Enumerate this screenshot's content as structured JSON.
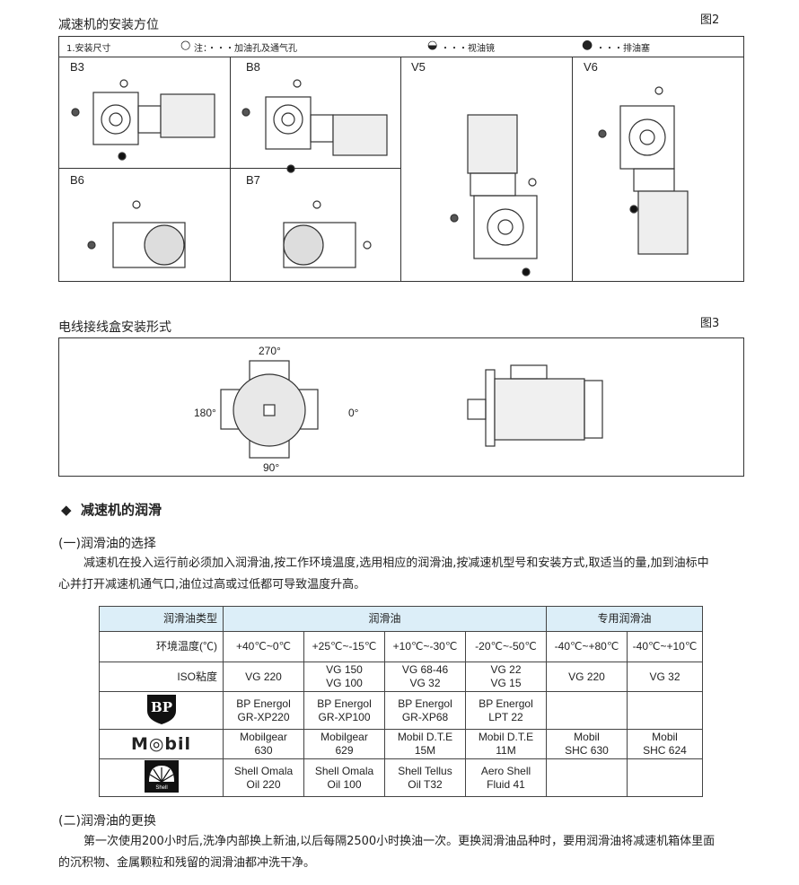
{
  "fig2": {
    "title": "减速机的安装方位",
    "label": "图2",
    "header": {
      "dims": "1.安装尺寸",
      "note_fill": "注：・・・加油孔及通气孔",
      "note_sight": "・・・视油镜",
      "note_drain": "・・・排油塞"
    },
    "positions": [
      "B3",
      "B8",
      "V5",
      "V6",
      "B6",
      "B7"
    ]
  },
  "fig3": {
    "title": "电线接线盒安装形式",
    "label": "图3",
    "angles": {
      "top": "270°",
      "left": "180°",
      "right": "0°",
      "bottom": "90°"
    }
  },
  "section": {
    "marker": "◆",
    "title": "减速机的润滑"
  },
  "sub1": {
    "title": "(一)润滑油的选择",
    "para_line1": "减速机在投入运行前必须加入润滑油,按工作环境温度,选用相应的润滑油,按减速机型号和安装方式,取适当的量,加到油标中",
    "para_line2": "心并打开减速机通气口,油位过高或过低都可导致温度升高。"
  },
  "table": {
    "header": [
      "润滑油类型",
      "润滑油",
      "专用润滑油"
    ],
    "temp": {
      "label": "环境温度(℃)",
      "values": [
        "+40℃~0℃",
        "+25℃~-15℃",
        "+10℃~-30℃",
        "-20℃~-50℃",
        "-40℃~+80℃",
        "-40℃~+10℃"
      ]
    },
    "iso": {
      "label": "ISO粘度",
      "values": [
        [
          "VG 220"
        ],
        [
          "VG 150",
          "VG 100"
        ],
        [
          "VG 68-46",
          "VG 32"
        ],
        [
          "VG 22",
          "VG 15"
        ],
        [
          "VG 220"
        ],
        [
          "VG 32"
        ]
      ]
    },
    "brands": [
      {
        "name": "BP",
        "logo": "BP",
        "values": [
          [
            "BP Energol",
            "GR-XP220"
          ],
          [
            "BP Energol",
            "GR-XP100"
          ],
          [
            "BP Energol",
            "GR-XP68"
          ],
          [
            "BP Energol",
            "LPT 22"
          ],
          [],
          []
        ]
      },
      {
        "name": "Mobil",
        "logo": "Mobil",
        "values": [
          [
            "Mobilgear",
            "630"
          ],
          [
            "Mobilgear",
            "629"
          ],
          [
            "Mobil D.T.E",
            "15M"
          ],
          [
            "Mobil D.T.E",
            "11M"
          ],
          [
            "Mobil",
            "SHC 630"
          ],
          [
            "Mobil",
            "SHC 624"
          ]
        ]
      },
      {
        "name": "Shell",
        "logo": "Shell",
        "values": [
          [
            "Shell Omala",
            "Oil 220"
          ],
          [
            "Shell Omala",
            "Oil 100"
          ],
          [
            "Shell Tellus",
            "Oil T32"
          ],
          [
            "Aero Shell",
            "Fluid 41"
          ],
          [],
          []
        ]
      }
    ]
  },
  "sub2": {
    "title": "(二)润滑油的更换",
    "para_line1": "第一次使用200小时后,洗净内部换上新油,以后每隔2500小时换油一次。更换润滑油品种时，要用润滑油将减速机箱体里面",
    "para_line2": "的沉积物、金属颗粒和残留的润滑油都冲洗干净。"
  }
}
